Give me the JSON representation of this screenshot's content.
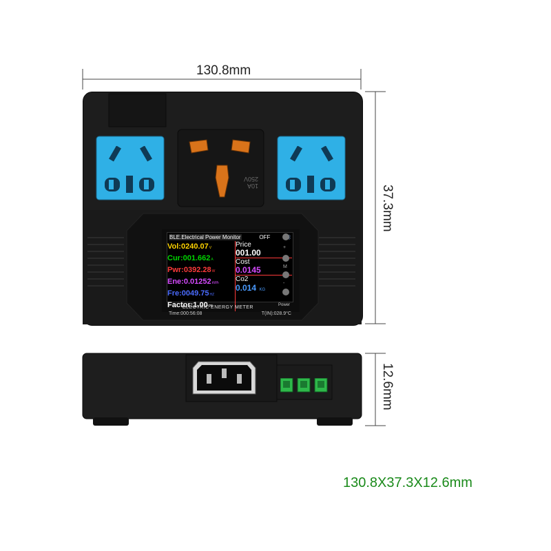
{
  "dimensions": {
    "width_label": "130.8mm",
    "height_label": "37.3mm",
    "depth_label": "12.6mm",
    "summary": "130.8X37.3X12.6mm"
  },
  "socket_rating": "10A 250V",
  "meter": {
    "header": "BLE.Electrical Power Monitor",
    "status": "OFF",
    "readings": [
      {
        "label": "Vol:",
        "value": "0240.07",
        "unit": "V",
        "color": "#ffd400"
      },
      {
        "label": "Cur:",
        "value": "001.662",
        "unit": "A",
        "color": "#00d400"
      },
      {
        "label": "Pwr:",
        "value": "0392.28",
        "unit": "W",
        "color": "#ff3b3b"
      },
      {
        "label": "Ene:",
        "value": "0.01252",
        "unit": "kWh",
        "color": "#d64bff"
      },
      {
        "label": "Fre:",
        "value": "0049.75",
        "unit": "HZ",
        "color": "#4a6bff"
      },
      {
        "label": "Factor:",
        "value": "1.00",
        "unit": "PF",
        "color": "#ffffff"
      }
    ],
    "price_label": "Price",
    "price_value": "001.00",
    "cost_label": "Cost",
    "cost_value": "0.0145",
    "co2_label": "Co2",
    "co2_value": "0.014",
    "co2_unit": "KG",
    "time": "Time:000:56:08",
    "temperature": "T(IN):028.9°C",
    "brand_label": "ELECTRIC ENERGY METER",
    "power_label": "Power",
    "button_labels": [
      "+",
      "M",
      "-"
    ]
  },
  "colors": {
    "body": "#1d1d1d",
    "socket_blue": "#2fb0e6",
    "terminal_green": "#2eb84a",
    "summary_text": "#1a8a1a"
  }
}
